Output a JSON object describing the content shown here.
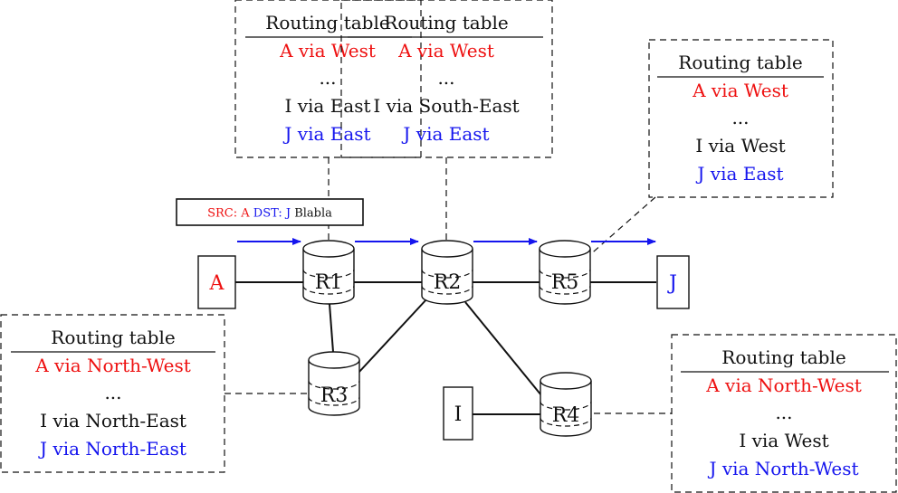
{
  "colors": {
    "src": "#ee1111",
    "dst": "#1515ee",
    "text": "#111111",
    "line": "#111111",
    "arrow": "#1515ee"
  },
  "nodes": {
    "A": "A",
    "J": "J",
    "I": "I",
    "R1": "R1",
    "R2": "R2",
    "R3": "R3",
    "R4": "R4",
    "R5": "R5"
  },
  "packet": {
    "src_label": "SRC: A",
    "dst_label": "DST: J",
    "payload": "Blabla"
  },
  "tables": {
    "r1": {
      "title": "Routing table",
      "row_a": "A via West",
      "dots": "...",
      "row_i": "I via East",
      "row_j": "J via East"
    },
    "r2": {
      "title": "Routing table",
      "row_a": "A via West",
      "dots": "...",
      "row_i": "I via South-East",
      "row_j": "J via East"
    },
    "r5": {
      "title": "Routing table",
      "row_a": "A via West",
      "dots": "...",
      "row_i": "I via West",
      "row_j": "J via East"
    },
    "r3": {
      "title": "Routing table",
      "row_a": "A via North-West",
      "dots": "...",
      "row_i": "I via North-East",
      "row_j": "J via North-East"
    },
    "r4": {
      "title": "Routing table",
      "row_a": "A via North-West",
      "dots": "...",
      "row_i": "I via West",
      "row_j": "J via North-West"
    }
  }
}
